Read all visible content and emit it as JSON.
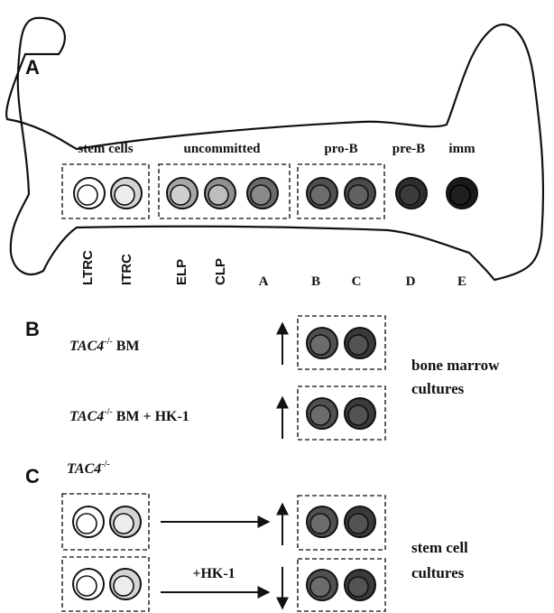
{
  "panel_a": {
    "label": "A",
    "groups": [
      "stem cells",
      "uncommitted",
      "pro-B",
      "pre-B",
      "imm"
    ],
    "populations": [
      "LTRC",
      "ITRC",
      "ELP",
      "CLP",
      "A",
      "B",
      "C",
      "D",
      "E"
    ]
  },
  "panel_b": {
    "label": "B",
    "row1": {
      "genotype": "TAC4",
      "superscript": "-/-",
      "rest": " BM"
    },
    "row2": {
      "genotype": "TAC4",
      "superscript": "-/-",
      "rest": " BM + HK-1"
    },
    "caption_line1": "bone marrow",
    "caption_line2": "cultures"
  },
  "panel_c": {
    "label": "C",
    "genotype": "TAC4",
    "superscript": "-/-",
    "treatment": "+HK-1",
    "caption_line1": "stem cell",
    "caption_line2": "cultures"
  },
  "colors": {
    "cell_white": "#ffffff",
    "cell_light": "#cfcfcf",
    "cell_mid": "#9a9a9a",
    "cell_dark": "#5c5c5c",
    "cell_darker": "#3c3c3c",
    "cell_black": "#161616"
  }
}
